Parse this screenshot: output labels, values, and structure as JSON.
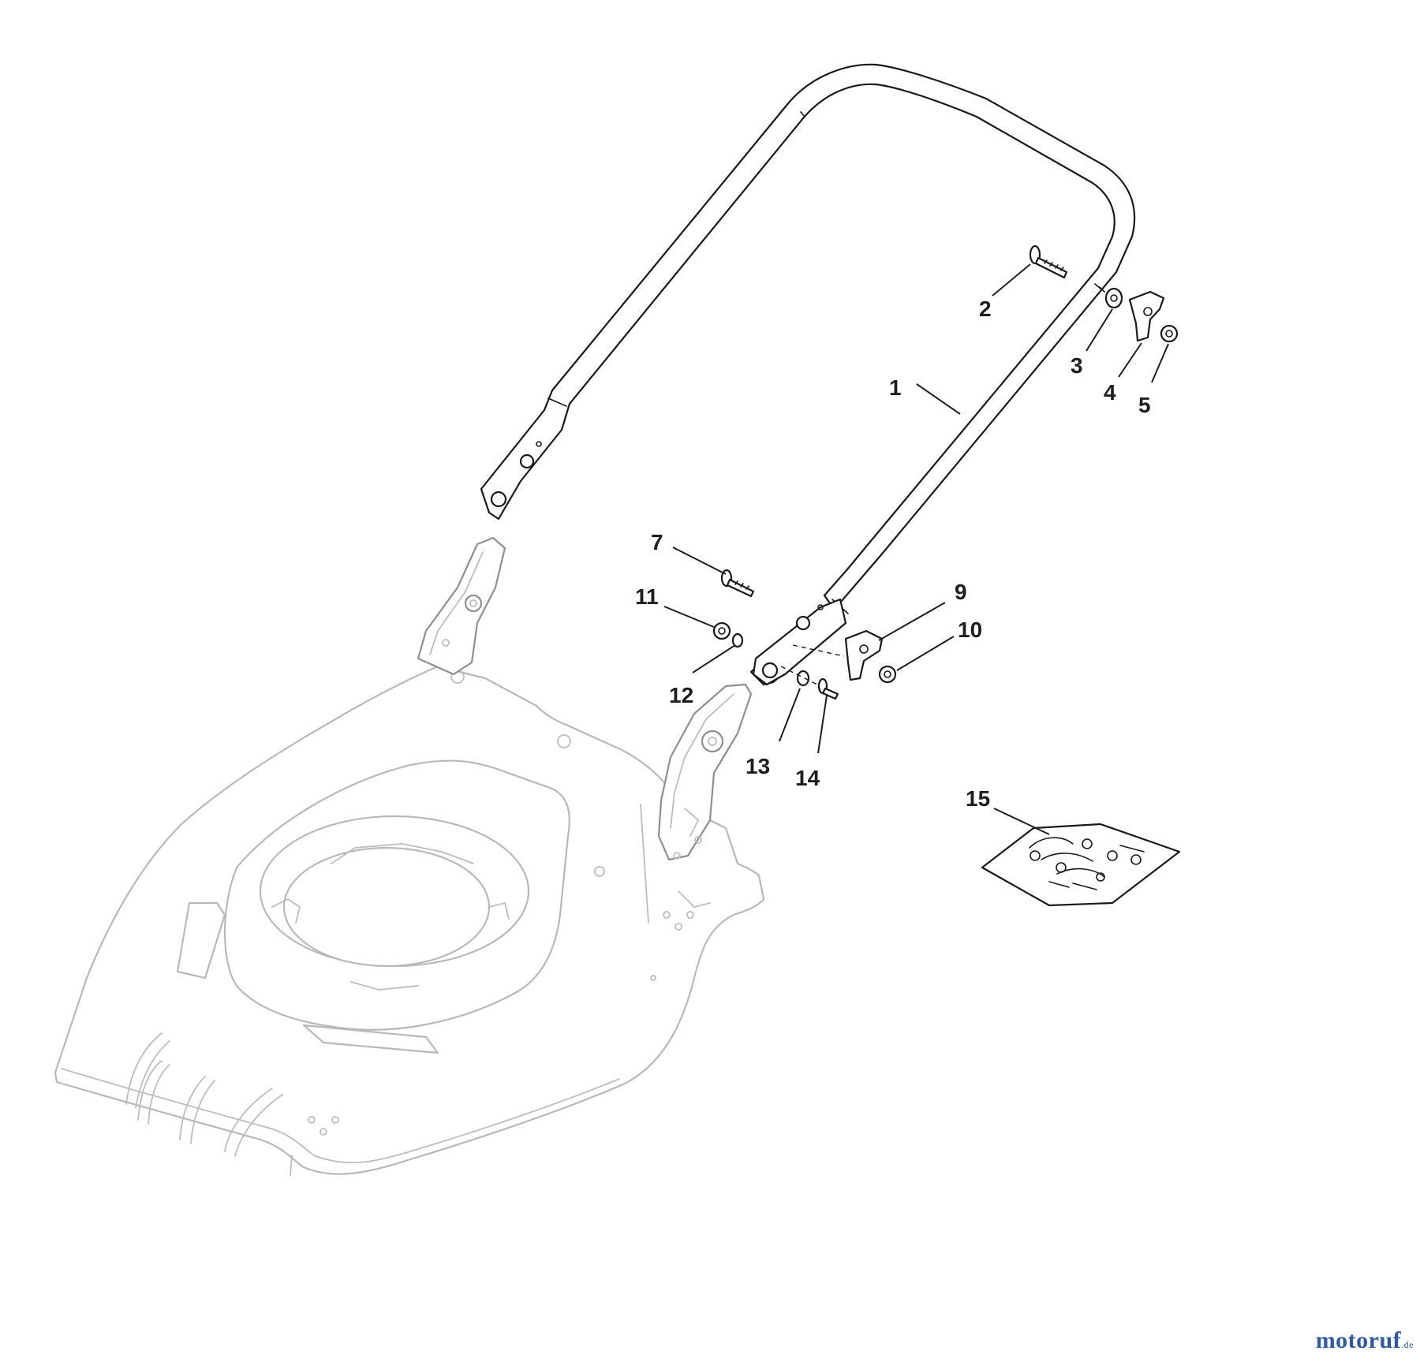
{
  "callouts": [
    {
      "id": "1",
      "label": "1"
    },
    {
      "id": "2",
      "label": "2"
    },
    {
      "id": "3",
      "label": "3"
    },
    {
      "id": "4",
      "label": "4"
    },
    {
      "id": "5",
      "label": "5"
    },
    {
      "id": "7",
      "label": "7"
    },
    {
      "id": "9",
      "label": "9"
    },
    {
      "id": "10",
      "label": "10"
    },
    {
      "id": "11",
      "label": "11"
    },
    {
      "id": "12",
      "label": "12"
    },
    {
      "id": "13",
      "label": "13"
    },
    {
      "id": "14",
      "label": "14"
    },
    {
      "id": "15",
      "label": "15"
    }
  ],
  "watermark": {
    "brand": "motoruf",
    "tld": ".de",
    "color": "#2d58a6"
  },
  "colors": {
    "line": "#1a1a1a",
    "deck": "#b9b9b9",
    "background": "#ffffff"
  }
}
